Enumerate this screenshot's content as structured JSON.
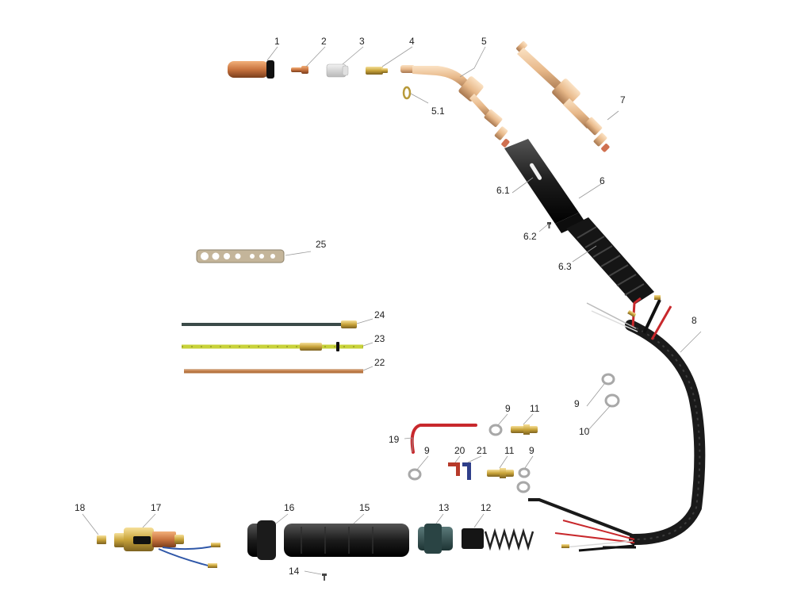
{
  "diagram": {
    "callouts": {
      "c1": "1",
      "c2": "2",
      "c3": "3",
      "c4": "4",
      "c5": "5",
      "c5_1": "5.1",
      "c6": "6",
      "c6_1": "6.1",
      "c6_2": "6.2",
      "c6_3": "6.3",
      "c7": "7",
      "c8": "8",
      "c9a": "9",
      "c9b": "9",
      "c9c": "9",
      "c9d": "9",
      "c10": "10",
      "c11a": "11",
      "c11b": "11",
      "c12": "12",
      "c13": "13",
      "c14": "14",
      "c15": "15",
      "c16": "16",
      "c17": "17",
      "c18": "18",
      "c19": "19",
      "c20": "20",
      "c21": "21",
      "c22": "22",
      "c23": "23",
      "c24": "24",
      "c25": "25"
    },
    "colors": {
      "copper": "#c9743f",
      "brass": "#c9a43a",
      "black_part": "#222222",
      "liner_yellow": "#c8d23a",
      "red_wire": "#c8282c",
      "blue_wire": "#2f57a8"
    }
  }
}
